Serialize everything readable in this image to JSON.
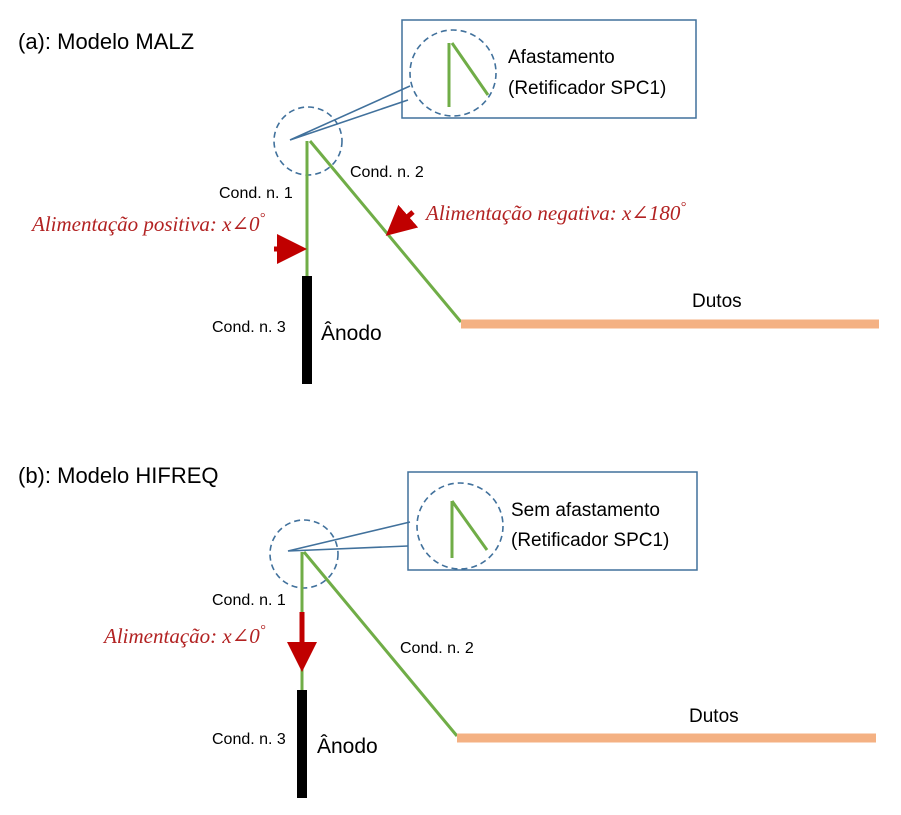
{
  "panel_a": {
    "title": "(a): Modelo MALZ",
    "callout_line1": "Afastamento",
    "callout_line2": "(Retificador SPC1)",
    "cond1": "Cond. n. 1",
    "cond2": "Cond. n. 2",
    "cond3": "Cond. n. 3",
    "anode": "Ânodo",
    "pipes": "Dutos",
    "feed_positive_text": "Alimentação positiva: x∠0",
    "feed_positive_deg": "°",
    "feed_negative_text": "Alimentação negativa: x∠180",
    "feed_negative_deg": "°"
  },
  "panel_b": {
    "title": "(b): Modelo HIFREQ",
    "callout_line1": "Sem afastamento",
    "callout_line2": "(Retificador SPC1)",
    "cond1": "Cond. n. 1",
    "cond2": "Cond. n. 2",
    "cond3": "Cond. n. 3",
    "anode": "Ânodo",
    "pipes": "Dutos",
    "feed_text": "Alimentação: x∠0",
    "feed_deg": "°"
  },
  "colors": {
    "conductor": "#70ad47",
    "anode": "#000000",
    "pipes": "#f4b183",
    "feed_arrow": "#c00000",
    "callout": "#41719c",
    "label_red": "#b22222"
  }
}
